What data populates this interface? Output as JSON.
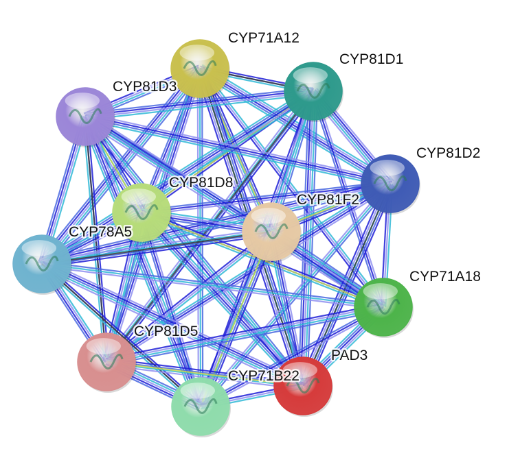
{
  "nodes": [
    {
      "id": "CYP71A12",
      "label": "CYP71A12",
      "color": "#c9c04e"
    },
    {
      "id": "CYP81D1",
      "label": "CYP81D1",
      "color": "#2e9a8c"
    },
    {
      "id": "CYP81D3",
      "label": "CYP81D3",
      "color": "#9b86d8"
    },
    {
      "id": "CYP81D2",
      "label": "CYP81D2",
      "color": "#3f5bb5"
    },
    {
      "id": "CYP81D8",
      "label": "CYP81D8",
      "color": "#b7dc7a"
    },
    {
      "id": "CYP81F2",
      "label": "CYP81F2",
      "color": "#e6c9a4"
    },
    {
      "id": "CYP78A5",
      "label": "CYP78A5",
      "color": "#6fb3cf"
    },
    {
      "id": "CYP71A18",
      "label": "CYP71A18",
      "color": "#4db44a"
    },
    {
      "id": "CYP81D5",
      "label": "CYP81D5",
      "color": "#d88f8f"
    },
    {
      "id": "PAD3",
      "label": "PAD3",
      "color": "#d63b3b"
    },
    {
      "id": "CYP71B22",
      "label": "CYP71B22",
      "color": "#8fdcac"
    }
  ],
  "edge_colors": [
    "#1f1fd6",
    "#4a68e0",
    "#30b8d6",
    "#8f8ff0",
    "#333333",
    "#c8d84a"
  ]
}
